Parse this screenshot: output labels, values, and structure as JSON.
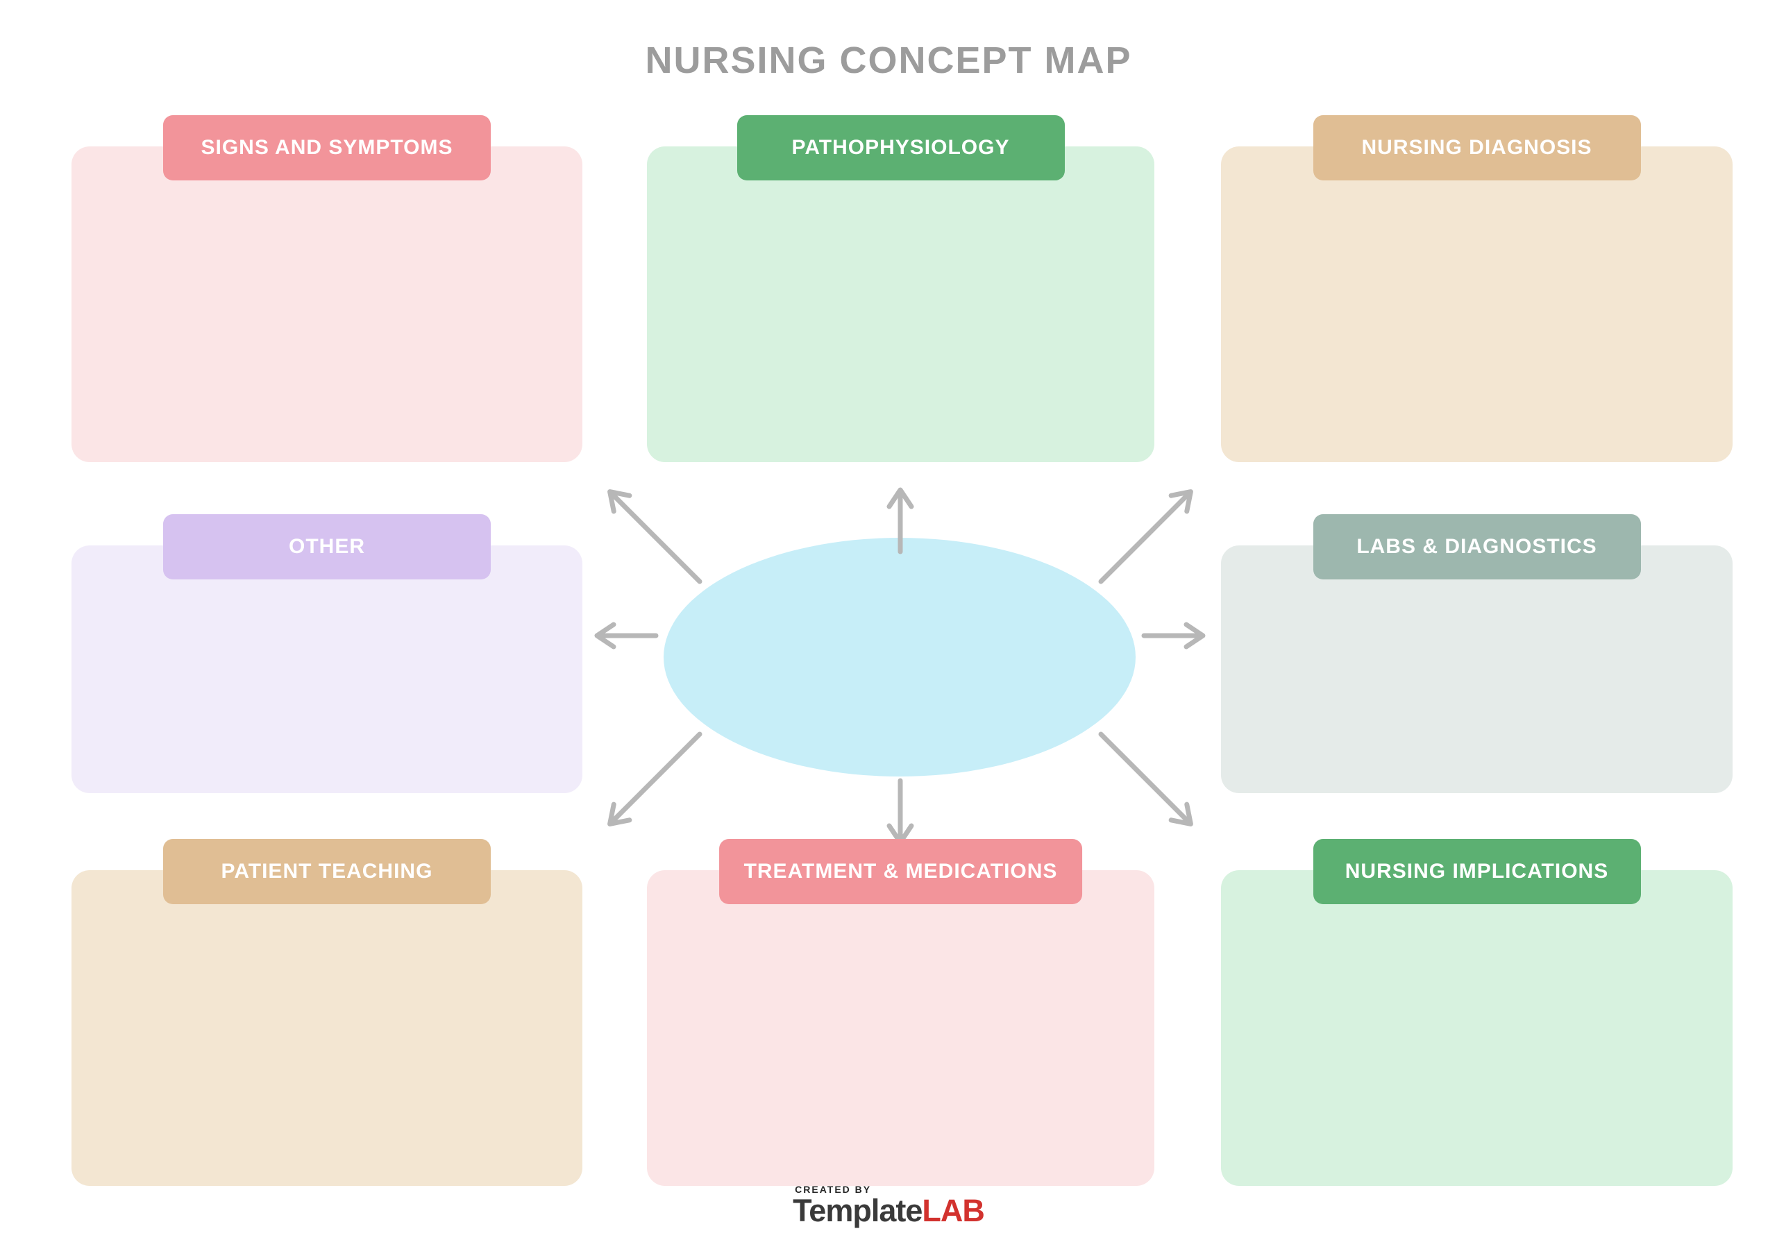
{
  "title": "NURSING CONCEPT MAP",
  "colors": {
    "background": "#FFFFFF",
    "title": "#9C9C9C",
    "arrow": "#B7B7B7",
    "badge_text": "#FFFFFF"
  },
  "center": {
    "shape": "ellipse",
    "fill": "#C7EEF8",
    "label": ""
  },
  "boxes": [
    {
      "label": "SIGNS AND SYMPTOMS",
      "header_color": "#F2949A",
      "body_color": "#FBE5E6",
      "position": "top-left"
    },
    {
      "label": "PATHOPHYSIOLOGY",
      "header_color": "#5CB072",
      "body_color": "#D7F2DF",
      "position": "top-center"
    },
    {
      "label": "NURSING DIAGNOSIS",
      "header_color": "#E0BE94",
      "body_color": "#F3E6D2",
      "position": "top-right"
    },
    {
      "label": "OTHER",
      "header_color": "#D6C2F0",
      "body_color": "#F1ECFA",
      "position": "middle-left"
    },
    {
      "label": "LABS & DIAGNOSTICS",
      "header_color": "#9DB7AE",
      "body_color": "#E5EBE9",
      "position": "middle-right"
    },
    {
      "label": "PATIENT TEACHING",
      "header_color": "#E0BE94",
      "body_color": "#F3E6D2",
      "position": "bottom-left"
    },
    {
      "label": "TREATMENT & MEDICATIONS",
      "header_color": "#F2949A",
      "body_color": "#FBE5E6",
      "position": "bottom-center"
    },
    {
      "label": "NURSING IMPLICATIONS",
      "header_color": "#5CB072",
      "body_color": "#D7F2DF",
      "position": "bottom-right"
    }
  ],
  "arrows": [
    "up",
    "down",
    "left",
    "right",
    "up-left",
    "up-right",
    "down-left",
    "down-right"
  ],
  "logo": {
    "created_by": "CREATED BY",
    "brand_primary": "Template",
    "brand_accent": "LAB",
    "brand_primary_color": "#3A3A3A",
    "brand_accent_color": "#D2322E"
  }
}
